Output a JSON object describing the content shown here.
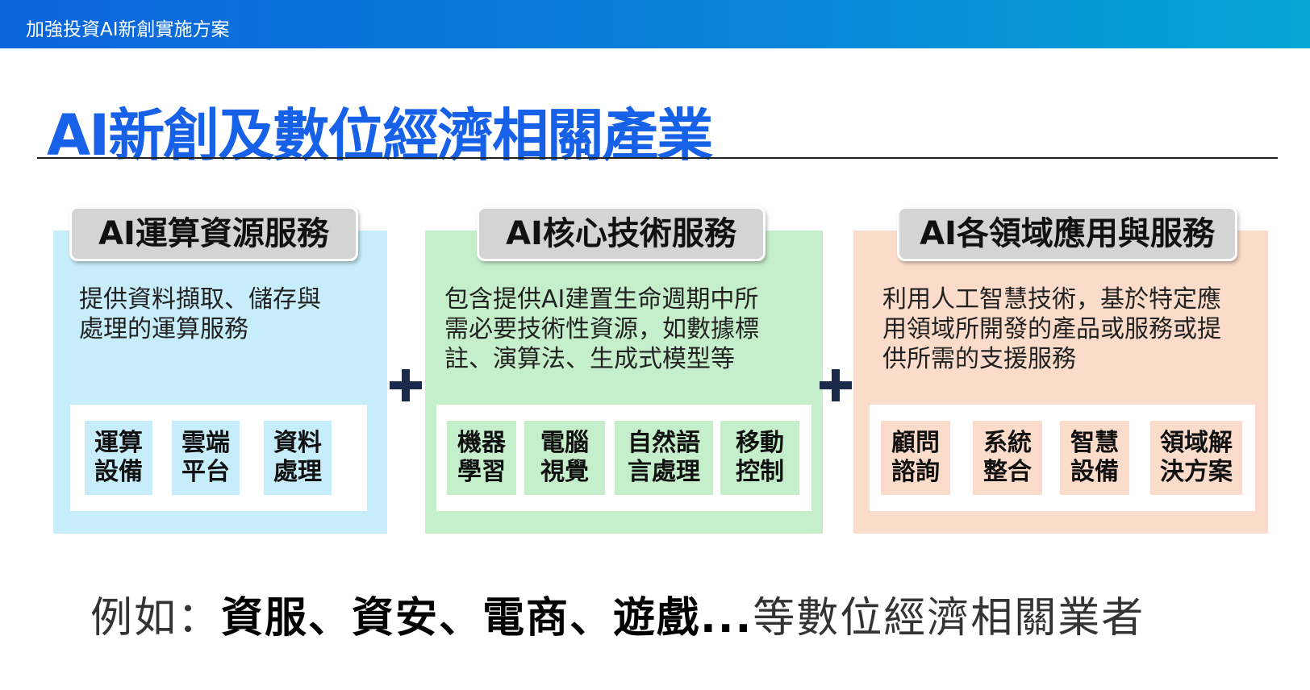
{
  "header": {
    "subtitle": "加強投資AI新創實施方案"
  },
  "title": "AI新創及數位經濟相關產業",
  "panels": [
    {
      "tab": "AI運算資源服務",
      "desc_lines": [
        "提供資料擷取、儲存與",
        "處理的運算服務"
      ],
      "chips": [
        [
          "運算",
          "設備"
        ],
        [
          "雲端",
          "平台"
        ],
        [
          "資料",
          "處理"
        ]
      ]
    },
    {
      "tab": "AI核心技術服務",
      "desc_lines": [
        "包含提供AI建置生命週期中所",
        "需必要技術性資源，如數據標",
        "註、演算法、生成式模型等"
      ],
      "chips": [
        [
          "機器",
          "學習"
        ],
        [
          "電腦",
          "視覺"
        ],
        [
          "自然語",
          "言處理"
        ],
        [
          "移動",
          "控制"
        ]
      ]
    },
    {
      "tab": "AI各領域應用與服務",
      "desc_lines": [
        "利用人工智慧技術，基於特定應",
        "用領域所開發的產品或服務或提",
        "供所需的支援服務"
      ],
      "chips": [
        [
          "顧問",
          "諮詢"
        ],
        [
          "系統",
          "整合"
        ],
        [
          "智慧",
          "設備"
        ],
        [
          "領域解",
          "決方案"
        ]
      ]
    }
  ],
  "footer": {
    "prefix": "例如：",
    "bold": "資服、資安、電商、遊戲...",
    "suffix": "等數位經濟相關業者"
  },
  "colors": {
    "title": "#1760e8",
    "panel1_bg": "#c7ecfa",
    "panel2_bg": "#c5efca",
    "panel3_bg": "#fbdccb",
    "plus": "#1a2a4a"
  }
}
